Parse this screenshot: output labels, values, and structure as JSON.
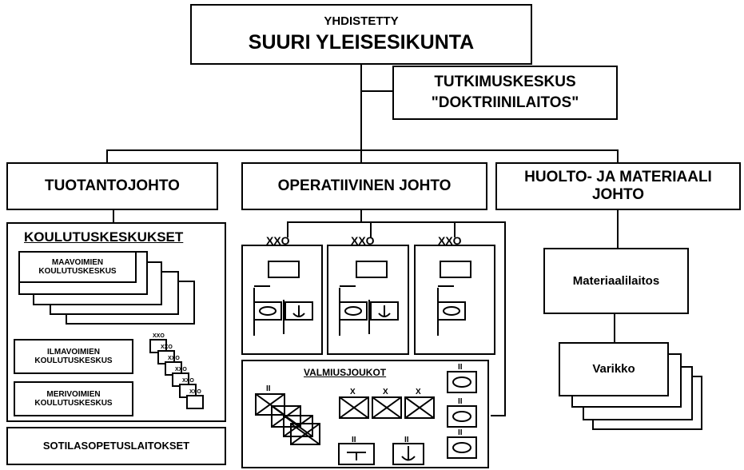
{
  "top": {
    "line1": "YHDISTETTY",
    "line2": "SUURI YLEISESIKUNTA"
  },
  "research": {
    "line1": "TUTKIMUSKESKUS",
    "line2": "\"DOKTRIINILAITOS\""
  },
  "production": {
    "title": "TUOTANTOJOHTO"
  },
  "operative": {
    "title": "OPERATIIVINEN JOHTO"
  },
  "logistics": {
    "line1": "HUOLTO- JA MATERIAALI",
    "line2": "JOHTO"
  },
  "training": {
    "title": "KOULUTUSKESKUKSET",
    "army": {
      "line1": "MAAVOIMIEN",
      "line2": "KOULUTUSKESKUS"
    },
    "air": {
      "line1": "ILMAVOIMIEN",
      "line2": "KOULUTUSKESKUS"
    },
    "navy": {
      "line1": "MERIVOIMIEN",
      "line2": "KOULUTUSKESKUS"
    }
  },
  "schools": {
    "label": "SOTILASOPETUSLAITOKSET"
  },
  "readiness": {
    "title": "VALMIUSJOUKOT"
  },
  "materiel": {
    "label": "Materiaalilaitos"
  },
  "depot": {
    "label": "Varikko"
  },
  "symbols": {
    "joint_hq": "XXO",
    "sub_hq": "XXO",
    "single": "X",
    "double": "II"
  }
}
